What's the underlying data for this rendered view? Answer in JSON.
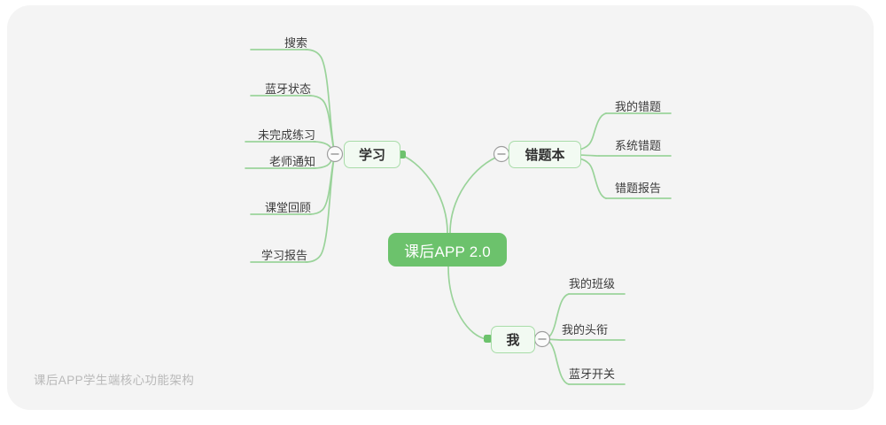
{
  "canvas": {
    "background_color": "#f4f4f4",
    "page_background": "#ffffff"
  },
  "theme": {
    "accent_green": "#6cc26c",
    "line_green": "#9ad39a",
    "node_fill": "#f2faf2",
    "node_border": "#a8dca8",
    "toggle_stroke": "#9e9e9e",
    "caption_color": "#b9b9b9",
    "text_color": "#3b3b3b"
  },
  "mindmap": {
    "root": {
      "label": "课后APP 2.0",
      "id": "root"
    },
    "branches": [
      {
        "id": "xuexi",
        "label": "学习",
        "side": "left-cluster",
        "toggle": "collapse-toggle",
        "connector": "branch-dot",
        "children": [
          {
            "label": "搜索"
          },
          {
            "label": "蓝牙状态"
          },
          {
            "label": "未完成练习"
          },
          {
            "label": "老师通知"
          },
          {
            "label": "课堂回顾"
          },
          {
            "label": "学习报告"
          }
        ]
      },
      {
        "id": "cuotiben",
        "label": "错题本",
        "side": "right-cluster",
        "toggle": "collapse-toggle",
        "children": [
          {
            "label": "我的错题"
          },
          {
            "label": "系统错题"
          },
          {
            "label": "错题报告"
          }
        ]
      },
      {
        "id": "wo",
        "label": "我",
        "side": "right-cluster",
        "toggle": "collapse-toggle",
        "connector": "branch-dot",
        "children": [
          {
            "label": "我的班级"
          },
          {
            "label": "我的头衔"
          },
          {
            "label": "蓝牙开关"
          }
        ]
      }
    ]
  },
  "caption": {
    "text": "课后APP学生端核心功能架构"
  }
}
